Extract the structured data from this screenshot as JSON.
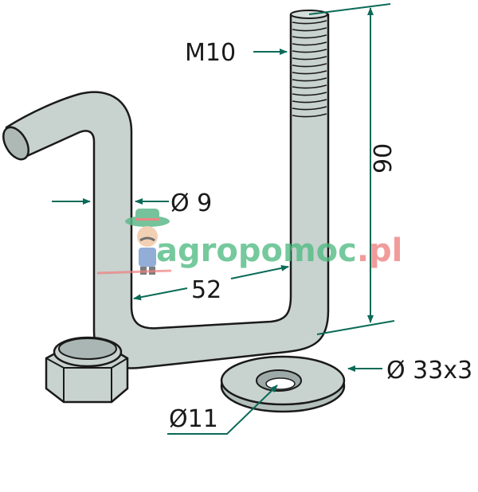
{
  "labels": {
    "thread": "M10",
    "rod_diameter": "Ø 9",
    "inner_width": "52",
    "height": "90",
    "washer_outer": "Ø 33x3",
    "washer_hole": "Ø11"
  },
  "watermark": {
    "brand": "agropomoc",
    "tld": ".pl"
  },
  "colors": {
    "part_fill": "#c8d2cf",
    "outline": "#1a1a1a",
    "dimension": "#0b6b58",
    "watermark_green": "#4fbb82",
    "watermark_red": "#ee7f7f"
  }
}
